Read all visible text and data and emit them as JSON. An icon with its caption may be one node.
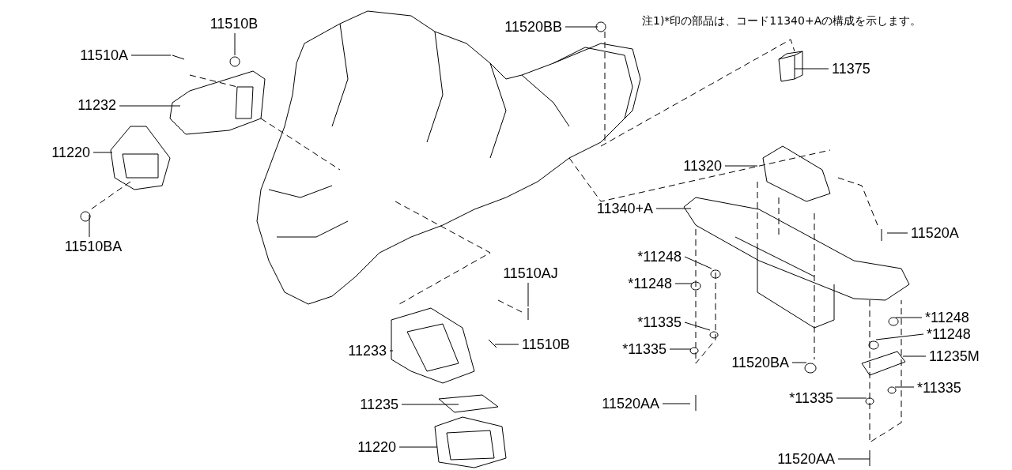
{
  "diagram": {
    "nodes": [
      {
        "text": [
          "11510B"
        ]
      },
      {
        "text": [
          "11510A"
        ]
      },
      {
        "text": [
          "11232"
        ]
      },
      {
        "text": [
          "11220"
        ]
      },
      {
        "text": [
          "11510BA"
        ]
      },
      {
        "text": [
          "11520BB"
        ]
      },
      {
        "text": [
          "11375"
        ]
      },
      {
        "text": [
          "11320"
        ]
      },
      {
        "text": [
          "11340+A"
        ]
      },
      {
        "text": [
          "11520A"
        ]
      },
      {
        "text": [
          "*11248"
        ]
      },
      {
        "text": [
          "*11248"
        ]
      },
      {
        "text": [
          "11510AJ"
        ]
      },
      {
        "text": [
          "*11248"
        ]
      },
      {
        "text": [
          "*11248"
        ]
      },
      {
        "text": [
          "*11335"
        ]
      },
      {
        "text": [
          "*11335"
        ]
      },
      {
        "text": [
          "11233"
        ]
      },
      {
        "text": [
          "11510B"
        ]
      },
      {
        "text": [
          "11520BA"
        ]
      },
      {
        "text": [
          "11235M"
        ]
      },
      {
        "text": [
          "*11335"
        ]
      },
      {
        "text": [
          "*11335"
        ]
      },
      {
        "text": [
          "11520AA"
        ]
      },
      {
        "text": [
          "11235"
        ]
      },
      {
        "text": [
          "11220"
        ]
      },
      {
        "text": [
          "11520AA"
        ]
      }
    ],
    "edges": [
      {
        "from": 0,
        "to": null,
        "arrow": "none"
      },
      {
        "from": 1,
        "to": null,
        "arrow": "none"
      },
      {
        "from": 2,
        "to": null,
        "arrow": "none"
      },
      {
        "from": 3,
        "to": null,
        "arrow": "none"
      },
      {
        "from": 4,
        "to": null,
        "arrow": "none"
      },
      {
        "from": 5,
        "to": null,
        "arrow": "none"
      },
      {
        "from": 6,
        "to": null,
        "arrow": "none"
      },
      {
        "from": 7,
        "to": null,
        "arrow": "none"
      },
      {
        "from": 8,
        "to": null,
        "arrow": "none"
      },
      {
        "from": 9,
        "to": null,
        "arrow": "none"
      },
      {
        "from": 10,
        "to": null,
        "arrow": "none"
      },
      {
        "from": 11,
        "to": null,
        "arrow": "none"
      },
      {
        "from": 12,
        "to": null,
        "arrow": "none"
      },
      {
        "from": 13,
        "to": null,
        "arrow": "none"
      },
      {
        "from": 14,
        "to": null,
        "arrow": "none"
      },
      {
        "from": 15,
        "to": null,
        "arrow": "none"
      },
      {
        "from": 16,
        "to": null,
        "arrow": "none"
      },
      {
        "from": 17,
        "to": null,
        "arrow": "none"
      },
      {
        "from": 18,
        "to": null,
        "arrow": "none"
      },
      {
        "from": 19,
        "to": null,
        "arrow": "none"
      },
      {
        "from": 20,
        "to": null,
        "arrow": "none"
      },
      {
        "from": 21,
        "to": null,
        "arrow": "none"
      },
      {
        "from": 22,
        "to": null,
        "arrow": "none"
      },
      {
        "from": 23,
        "to": null,
        "arrow": "none"
      },
      {
        "from": 24,
        "to": null,
        "arrow": "none"
      },
      {
        "from": 25,
        "to": null,
        "arrow": "none"
      },
      {
        "from": 26,
        "to": null,
        "arrow": "none"
      }
    ],
    "labels": [
      "注1)*印の部品は、コード11340+Aの構成を示します。"
    ]
  }
}
